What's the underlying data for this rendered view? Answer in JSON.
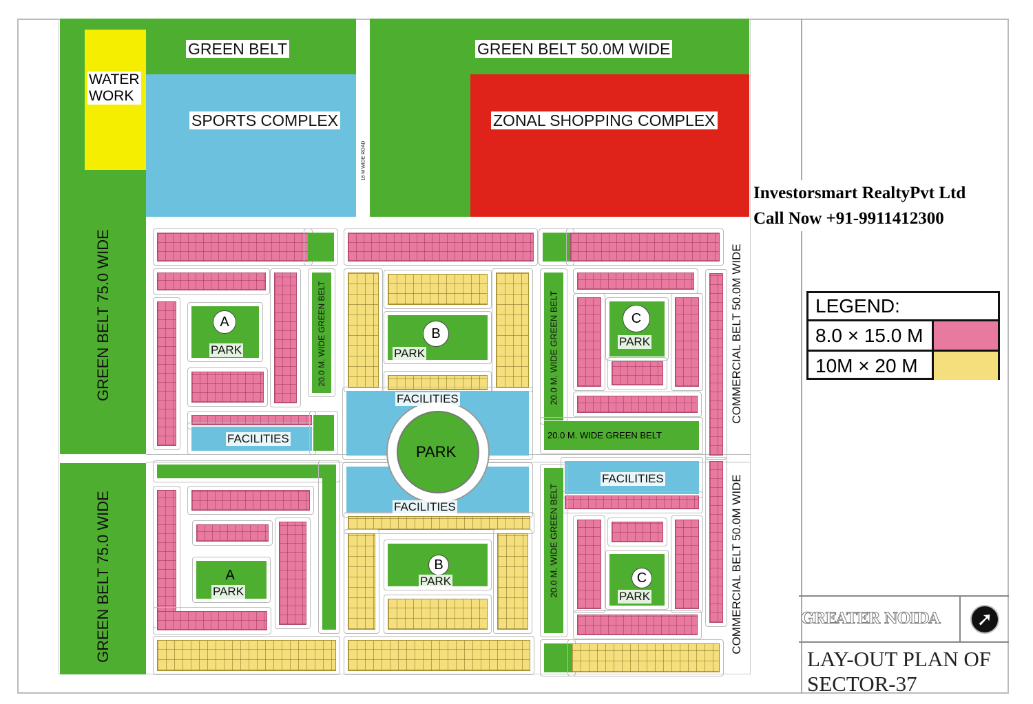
{
  "map": {
    "green_belt": "GREEN BELT",
    "green_belt_50": "GREEN BELT 50.0M WIDE",
    "water_work_line1": "WATER",
    "water_work_line2": "WORK",
    "sports_complex": "SPORTS COMPLEX",
    "zonal_shopping": "ZONAL SHOPPING COMPLEX",
    "green_belt_75": "GREEN BELT 75.0 WIDE",
    "park": "PARK",
    "park_a": "A",
    "park_b": "B",
    "park_c": "C",
    "facilities": "FACILITIES",
    "green_belt_20": "20.0 M. WIDE GREEN BELT",
    "commercial_belt": "COMMERCIAL BELT 50.0M WIDE",
    "road_18m": "18 M WIDE ROAD"
  },
  "company": {
    "name": "Investorsmart RealtyPvt Ltd",
    "phone": "Call Now +91-9911412300"
  },
  "legend": {
    "title": "LEGEND:",
    "items": [
      {
        "label": "8.0 × 15.0 M",
        "color": "#e8799f"
      },
      {
        "label": "10M × 20 M",
        "color": "#f5df7c"
      }
    ]
  },
  "title_block": {
    "authority": "GREATER NOIDA",
    "north_icon": "north-arrow-icon",
    "title_line1": "LAY-OUT PLAN OF",
    "title_line2": "SECTOR-37"
  }
}
